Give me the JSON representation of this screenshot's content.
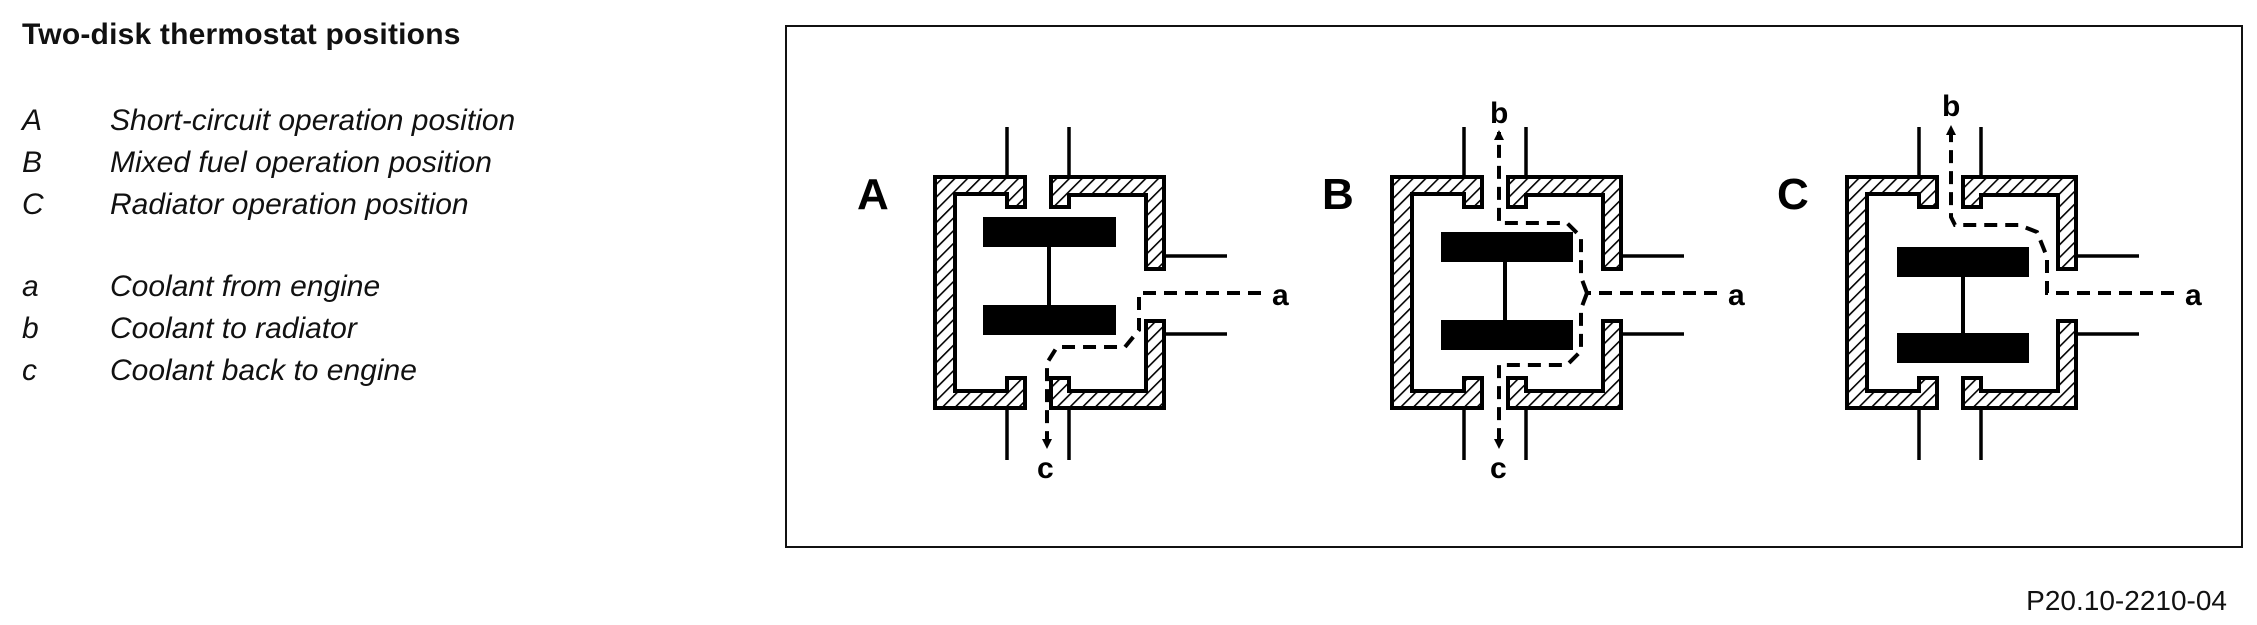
{
  "title": "Two-disk thermostat positions",
  "legend_upper": [
    {
      "key": "A",
      "text": "Short-circuit operation position"
    },
    {
      "key": "B",
      "text": "Mixed fuel operation position"
    },
    {
      "key": "C",
      "text": "Radiator operation position"
    }
  ],
  "legend_lower": [
    {
      "key": "a",
      "text": "Coolant from engine"
    },
    {
      "key": "b",
      "text": "Coolant to radiator"
    },
    {
      "key": "c",
      "text": "Coolant back to engine"
    }
  ],
  "panels": [
    {
      "id": "A",
      "label": "A",
      "flows": [
        "a",
        "c"
      ]
    },
    {
      "id": "B",
      "label": "B",
      "flows": [
        "a",
        "b",
        "c"
      ]
    },
    {
      "id": "C",
      "label": "C",
      "flows": [
        "a",
        "b"
      ]
    }
  ],
  "reference_code": "P20.10-2210-04",
  "colors": {
    "ink": "#000000",
    "background": "#ffffff"
  }
}
